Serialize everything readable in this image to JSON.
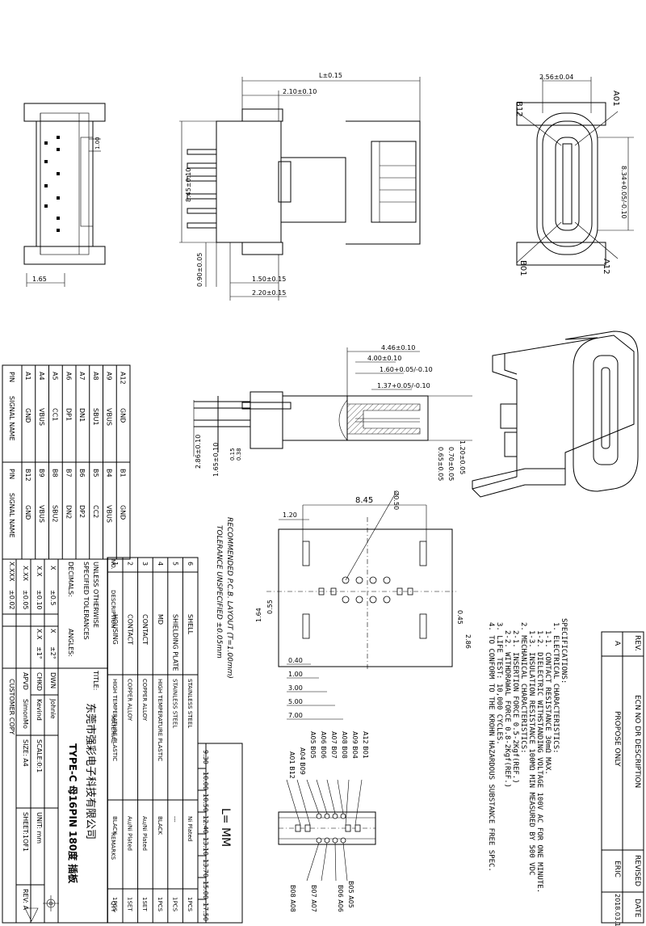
{
  "revision_block": {
    "headers": [
      "REV.",
      "ECN NO DR DESCRIPTION",
      "REVISED",
      "DATE"
    ],
    "rows": [
      [
        "A",
        "PROPOSE ONLY",
        "ERIC",
        "2018.03.13"
      ]
    ]
  },
  "specifications": {
    "title": "SPECIFICATIONS:",
    "lines": [
      "1. ELECTRICAL CHARACTERISTICS:",
      "1-1. CONTACT RESISTANCE 30mΩ MAX.",
      "1-2. DIELECTRIC WITHSTANDING VOLTAGE 100V AC FOR ONE MINUTE.",
      "1-3. INSULATION RESISTANCE 100MΩ MIN MEASURED BY 500 VDC",
      "2. MECHANICAL CHARACTERISTICS:",
      "2-1. INSERTION FORCE 0.5-2Kgf(REF.)",
      "2-2. WITHDRAWAL FORCE 0.8-2Kgf(REF.)",
      "3. LIFE TEST: 10,000 CYCLES.",
      "4. TO CONFORM TO THE KROHN HAZARDOUS SUBSTANCE FREE SPEC."
    ]
  },
  "pin_table": {
    "headers": [
      "PIN",
      "SIGNAL NAME",
      "PIN",
      "SIGNAL NAME"
    ],
    "rows": [
      [
        "A1",
        "GND",
        "B12",
        "GND"
      ],
      [
        "A4",
        "VBUS",
        "B9",
        "VBUS"
      ],
      [
        "A5",
        "CC1",
        "B8",
        "SBU2"
      ],
      [
        "A6",
        "DP1",
        "B7",
        "DN2"
      ],
      [
        "A7",
        "DN1",
        "B6",
        "DP2"
      ],
      [
        "A8",
        "SBU1",
        "B5",
        "CC2"
      ],
      [
        "A9",
        "VBUS",
        "B4",
        "VBUS"
      ],
      [
        "A12",
        "GND",
        "B1",
        "GND"
      ]
    ]
  },
  "bom": {
    "headers": [
      "NO.",
      "DESCRIPTION",
      "MATERIAL",
      "REMARKS",
      "QTY"
    ],
    "rows": [
      [
        "6",
        "SHELL",
        "STAINLESS STEEL",
        "Ni Plated",
        "1PCS"
      ],
      [
        "5",
        "SHIELDING PLATE",
        "STAINLESS STEEL",
        "---",
        "1PCS"
      ],
      [
        "4",
        "MD",
        "HIGH TEMPERATURE PLASTIC",
        "BLACK",
        "1PCS"
      ],
      [
        "3",
        "CONTACT",
        "COPPER ALLOY",
        "Au/Ni Plated",
        "1SET"
      ],
      [
        "2",
        "CONTACT",
        "COPPER ALLOY",
        "Au/Ni Plated",
        "1SET"
      ],
      [
        "1",
        "HOUSING",
        "HIGH TEMPERATURE PLASTIC",
        "BLACK",
        "1PCS"
      ]
    ]
  },
  "length_table": {
    "header": "L=   MM",
    "values": [
      "9.30",
      "10.00",
      "10.50",
      "12.40",
      "13.10",
      "13.70",
      "15.00",
      "17.50"
    ]
  },
  "tolerances": {
    "lines": [
      "UNLESS OTHERWISE",
      "SPECIFIED TOLERANCES"
    ],
    "decimals_label": "DECIMALS:",
    "angles_label": "ANGLES:",
    "rows": [
      [
        "X",
        "±0.5"
      ],
      [
        "X.X",
        "±0.10"
      ],
      [
        "X.XX",
        "±0.05"
      ],
      [
        "X.XXX",
        "±0.02"
      ]
    ],
    "angle_rows": [
      [
        "X",
        "±2°"
      ],
      [
        "X.X",
        "±1°"
      ]
    ]
  },
  "title_block": {
    "title_label": "TITLE:",
    "company": "东莞市强彩电子科技有限公司",
    "part": "TYPE-C 母16PIN 180度 插板",
    "dwn_label": "DWN",
    "dwn": "Johnie",
    "chkd_label": "CHKD",
    "chkd": "Kevind",
    "apvd_label": "APVD",
    "apvd": "SimonMo",
    "scale": "SCALE:0:1",
    "unit": "UNIT: mm",
    "size": "SIZE: A4",
    "sheet": "SHEET:1OF1",
    "rev": "REV: A",
    "customer_copy": "CUSTOMER COPY"
  },
  "pcb_layout": {
    "title": "RECOMMENDED P.C.B. LAYOUT (T=1.00mm)",
    "subtitle": "TOLERANCE UNSPECIFIED ±0.05mm",
    "dims": [
      "8.45",
      "1.20",
      "0.55",
      "1.64",
      "0.45",
      "2.86",
      "0.40",
      "1.00",
      "3.00",
      "5.00",
      "7.00",
      "Ø0.50"
    ]
  },
  "top_view": {
    "dims": [
      "L±0.15",
      "2.10±0.10",
      "8.45±0.10",
      "0.90±0.05",
      "1.50±0.15",
      "2.20±0.15",
      "1.00",
      "1.65"
    ]
  },
  "front_view": {
    "dims": [
      "2.56±0.04",
      "8.34+0.05/-0.10"
    ],
    "labels": [
      "B12",
      "A01",
      "B01",
      "A12"
    ]
  },
  "side_view": {
    "dims": [
      "4.46±0.10",
      "4.00±0.10",
      "1.60+0.05/-0.10",
      "1.37+0.05/-0.10",
      "2.86±0.10",
      "1.65±0.10",
      "0.15",
      "0.38",
      "1.20±0.05",
      "0.70±0.05",
      "0.65±0.05"
    ]
  },
  "pin_labels": {
    "upper": [
      "A12",
      "B01",
      "A09",
      "B04",
      "A08",
      "B08",
      "A07",
      "B07",
      "A06",
      "B06",
      "A05",
      "B05",
      "A04",
      "B09",
      "A01",
      "B12"
    ],
    "lower": [
      "B08",
      "A08",
      "B07",
      "A07",
      "B06",
      "A06",
      "B05",
      "A05"
    ]
  }
}
